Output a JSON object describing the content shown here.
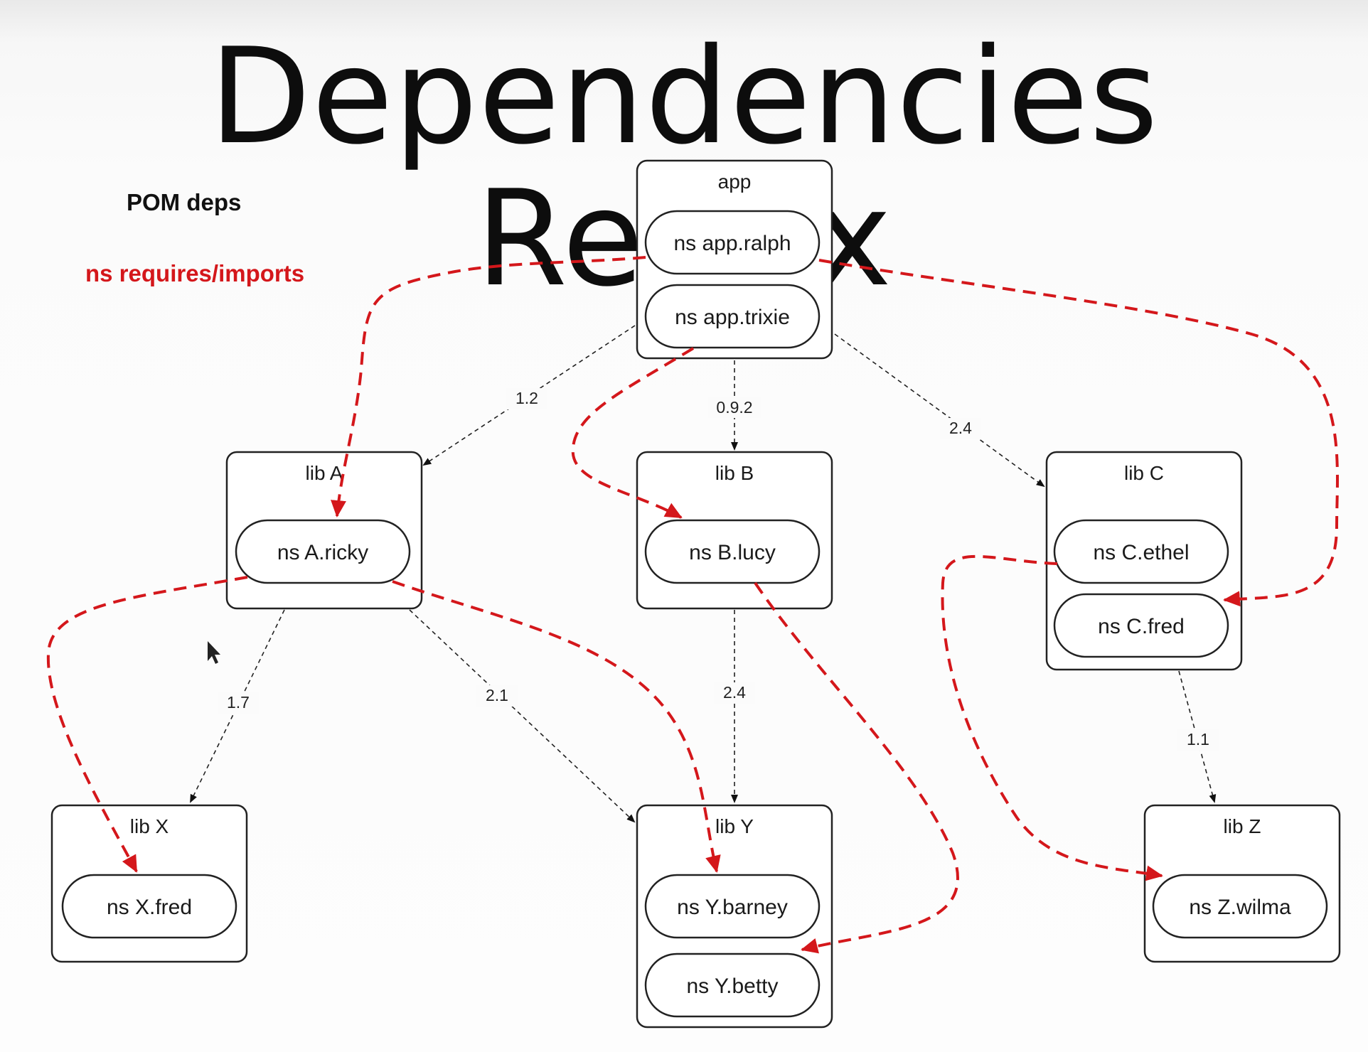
{
  "title": "Dependencies Redux",
  "legend": {
    "pom_deps": "POM deps",
    "ns_requires": "ns requires/imports",
    "ns_requires_color": "#d4171b"
  },
  "boxes": {
    "app": {
      "label": "app",
      "namespaces": [
        "ns app.ralph",
        "ns app.trixie"
      ]
    },
    "libA": {
      "label": "lib A",
      "namespaces": [
        "ns A.ricky"
      ]
    },
    "libB": {
      "label": "lib B",
      "namespaces": [
        "ns B.lucy"
      ]
    },
    "libC": {
      "label": "lib C",
      "namespaces": [
        "ns C.ethel",
        "ns C.fred"
      ]
    },
    "libX": {
      "label": "lib X",
      "namespaces": [
        "ns X.fred"
      ]
    },
    "libY": {
      "label": "lib Y",
      "namespaces": [
        "ns Y.barney",
        "ns Y.betty"
      ]
    },
    "libZ": {
      "label": "lib Z",
      "namespaces": [
        "ns Z.wilma"
      ]
    }
  },
  "pom_deps": [
    {
      "from": "app",
      "to": "lib A",
      "version": "1.2"
    },
    {
      "from": "app",
      "to": "lib B",
      "version": "0.9.2"
    },
    {
      "from": "app",
      "to": "lib C",
      "version": "2.4"
    },
    {
      "from": "lib A",
      "to": "lib X",
      "version": "1.7"
    },
    {
      "from": "lib A",
      "to": "lib Y",
      "version": "2.1"
    },
    {
      "from": "lib B",
      "to": "lib Y",
      "version": "2.4"
    },
    {
      "from": "lib C",
      "to": "lib Z",
      "version": "1.1"
    }
  ],
  "ns_requires": [
    {
      "from": "ns app.ralph",
      "to": "ns A.ricky"
    },
    {
      "from": "ns app.ralph",
      "to": "ns C.fred"
    },
    {
      "from": "ns app.trixie",
      "to": "ns B.lucy"
    },
    {
      "from": "ns A.ricky",
      "to": "ns X.fred"
    },
    {
      "from": "ns A.ricky",
      "to": "ns Y.barney"
    },
    {
      "from": "ns B.lucy",
      "to": "ns Y.betty"
    },
    {
      "from": "ns C.ethel",
      "to": "ns Z.wilma"
    }
  ]
}
